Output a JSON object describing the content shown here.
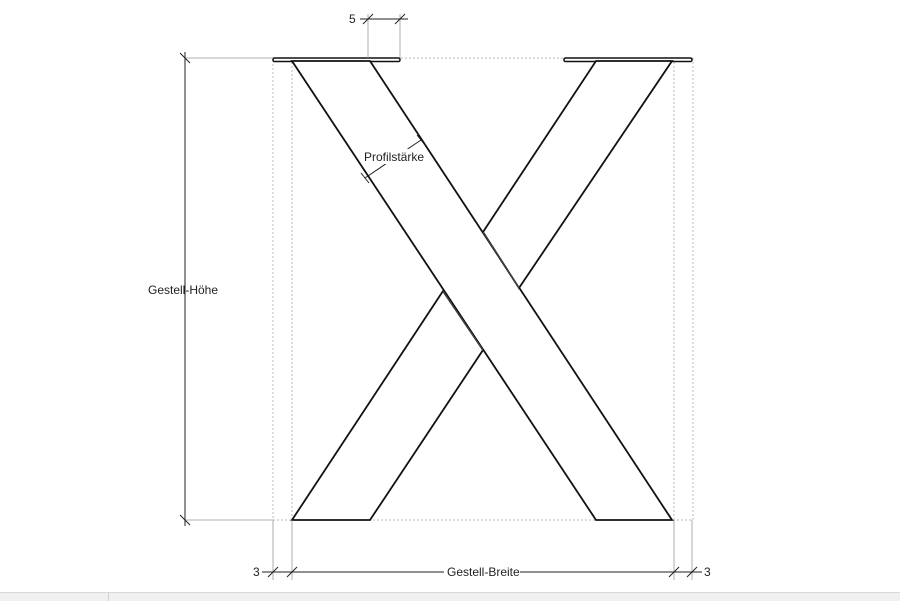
{
  "labels": {
    "height": "Gestell-Höhe",
    "width": "Gestell-Breite",
    "profile": "Profilstärke",
    "plate_thickness": "5",
    "margin_left": "3",
    "margin_right": "3"
  }
}
